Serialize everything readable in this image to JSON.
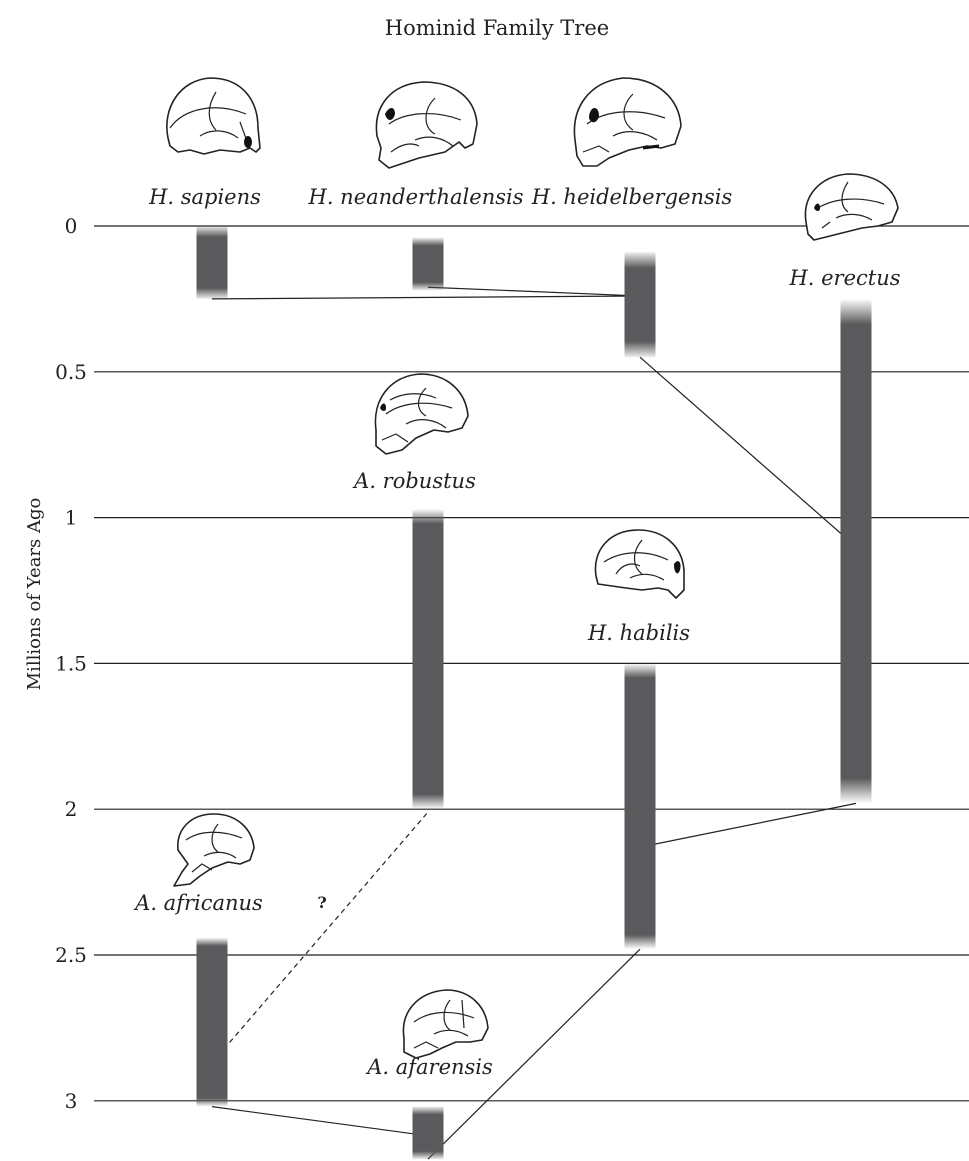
{
  "chart_data": {
    "type": "timeline",
    "title": "Hominid Family Tree",
    "ylabel": "Millions of Years Ago",
    "y_ticks": [
      0,
      0.5,
      1,
      1.5,
      2,
      2.5,
      3
    ],
    "ylim": [
      0,
      3.2
    ],
    "y_inverted": true,
    "grid": true,
    "species": [
      {
        "id": "h-sapiens",
        "name": "H. sapiens",
        "column": 1,
        "start": 0.0,
        "end": 0.25
      },
      {
        "id": "h-neanderthalensis",
        "name": "H. neanderthalensis",
        "column": 2,
        "start": 0.04,
        "end": 0.22
      },
      {
        "id": "h-heidelbergensis",
        "name": "H. heidelbergensis",
        "column": 3,
        "start": 0.09,
        "end": 0.45
      },
      {
        "id": "h-erectus",
        "name": "H. erectus",
        "column": 4,
        "start": 0.25,
        "end": 1.98
      },
      {
        "id": "a-robustus",
        "name": "A. robustus",
        "column": 2,
        "start": 0.97,
        "end": 2.0
      },
      {
        "id": "h-habilis",
        "name": "H. habilis",
        "column": 3,
        "start": 1.5,
        "end": 2.48
      },
      {
        "id": "a-africanus",
        "name": "A. africanus",
        "column": 1,
        "start": 2.44,
        "end": 3.02
      },
      {
        "id": "a-afarensis",
        "name": "A. afarensis",
        "column": 2,
        "start": 3.02,
        "end": 3.2
      }
    ],
    "links": [
      {
        "from": "h-sapiens",
        "from_y": 0.25,
        "to": "h-heidelbergensis",
        "to_y": 0.24,
        "dashed": false
      },
      {
        "from": "h-neanderthalensis",
        "from_y": 0.21,
        "to": "h-heidelbergensis",
        "to_y": 0.24,
        "dashed": false
      },
      {
        "from": "h-heidelbergensis",
        "from_y": 0.45,
        "to": "h-erectus",
        "to_y": 1.1,
        "dashed": false
      },
      {
        "from": "h-erectus",
        "from_y": 1.98,
        "to": "h-habilis",
        "to_y": 2.13,
        "dashed": false
      },
      {
        "from": "h-habilis",
        "from_y": 2.48,
        "to": "a-afarensis",
        "to_y": 3.2,
        "dashed": false
      },
      {
        "from": "a-africanus",
        "from_y": 3.02,
        "to": "a-afarensis",
        "to_y": 3.12,
        "dashed": false
      },
      {
        "from": "a-africanus",
        "from_y": 2.87,
        "to": "a-robustus",
        "to_y": 2.01,
        "dashed": true
      }
    ],
    "annotations": [
      {
        "text": "?"
      }
    ]
  }
}
